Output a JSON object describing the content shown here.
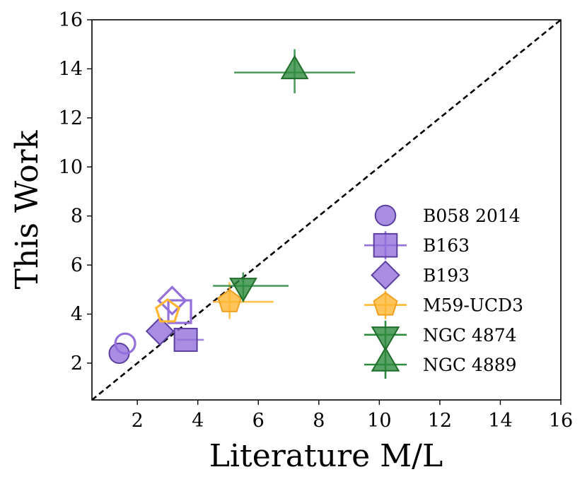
{
  "chart_data": {
    "type": "scatter",
    "title": "",
    "xlabel": "Literature M/L",
    "ylabel": "This Work",
    "xlim": [
      0.5,
      16
    ],
    "ylim": [
      0.5,
      16
    ],
    "xticks": [
      "2",
      "4",
      "6",
      "8",
      "10",
      "12",
      "14",
      "16"
    ],
    "yticks": [
      "2",
      "4",
      "6",
      "8",
      "10",
      "12",
      "14",
      "16"
    ],
    "one_to_one_line": true,
    "grid": false,
    "legend_position": "lower-right",
    "series": [
      {
        "name": "B058 2014",
        "marker": "circle",
        "color": "#9370DB",
        "edge_color": "#5b3fa0",
        "points": [
          {
            "x": 1.4,
            "y": 2.4,
            "filled": true
          },
          {
            "x": 1.6,
            "y": 2.8,
            "filled": false
          }
        ]
      },
      {
        "name": "B163",
        "marker": "square",
        "color": "#9370DB",
        "edge_color": "#5b3fa0",
        "points": [
          {
            "x": 3.6,
            "y": 2.95,
            "filled": true,
            "xerr": [
              3.3,
              4.2
            ]
          },
          {
            "x": 3.4,
            "y": 4.1,
            "filled": false
          }
        ]
      },
      {
        "name": "B193",
        "marker": "diamond",
        "color": "#9370DB",
        "edge_color": "#5b3fa0",
        "points": [
          {
            "x": 2.75,
            "y": 3.3,
            "filled": true
          },
          {
            "x": 3.15,
            "y": 4.55,
            "filled": false
          }
        ]
      },
      {
        "name": "M59-UCD3",
        "marker": "pentagon",
        "color": "#FFB733",
        "edge_color": "#F0A020",
        "points": [
          {
            "x": 5.05,
            "y": 4.5,
            "filled": true,
            "xerr": [
              4.5,
              6.5
            ],
            "yerr": [
              3.8,
              5.3
            ]
          },
          {
            "x": 3.0,
            "y": 4.1,
            "filled": false
          }
        ]
      },
      {
        "name": "NGC 4874",
        "marker": "triangle-down",
        "color": "#2E8B3E",
        "edge_color": "#1e6e2a",
        "points": [
          {
            "x": 5.5,
            "y": 5.15,
            "filled": true,
            "xerr": [
              4.5,
              7.0
            ],
            "yerr": [
              4.5,
              5.7
            ]
          }
        ]
      },
      {
        "name": "NGC 4889",
        "marker": "triangle-up",
        "color": "#2E8B3E",
        "edge_color": "#1e6e2a",
        "points": [
          {
            "x": 7.2,
            "y": 13.85,
            "filled": true,
            "xerr": [
              5.2,
              9.2
            ],
            "yerr": [
              13.0,
              14.8
            ]
          }
        ]
      }
    ]
  }
}
